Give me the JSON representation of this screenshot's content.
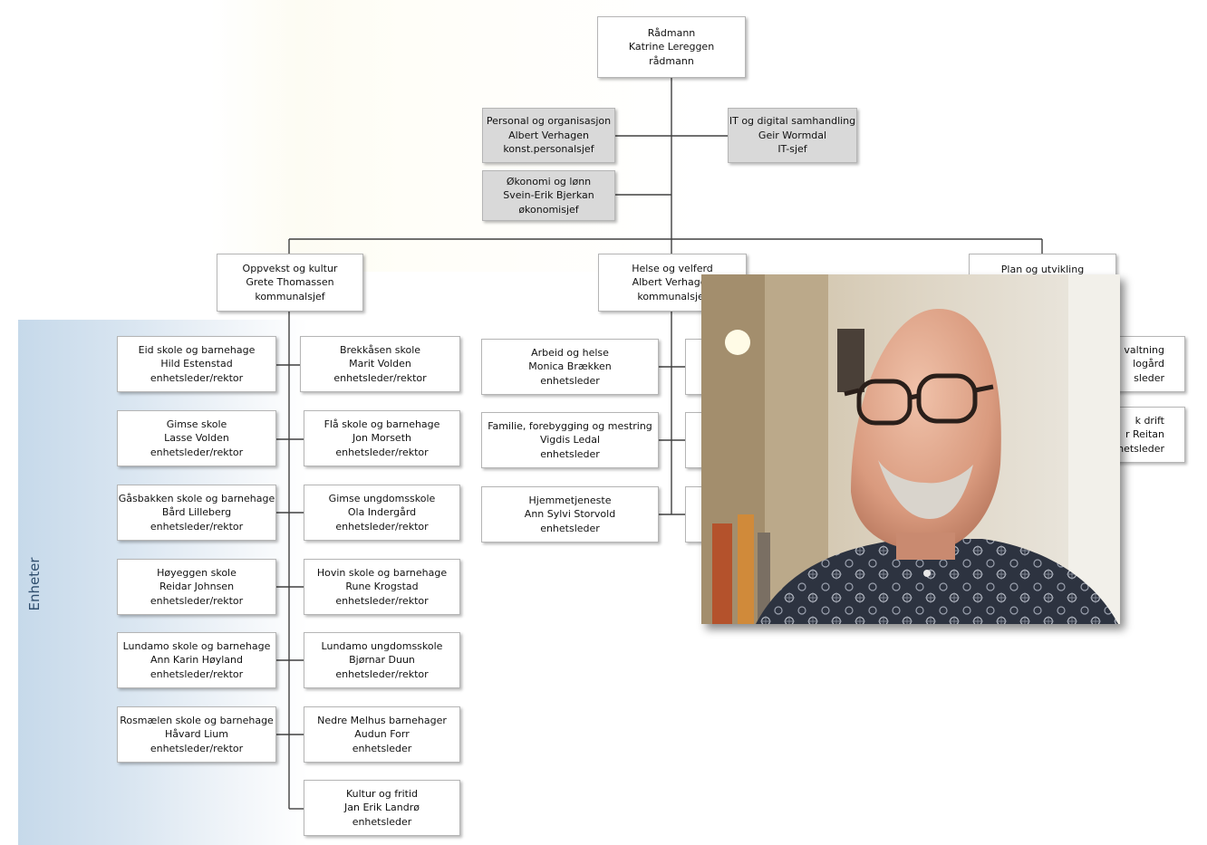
{
  "side_label": "Enheter",
  "leader": {
    "title": "Rådmann",
    "name": "Katrine Lereggen",
    "role": "rådmann"
  },
  "staff": [
    {
      "title": "Personal og organisasjon",
      "name": "Albert Verhagen",
      "role": "konst.personalsjef"
    },
    {
      "title": "IT og digital samhandling",
      "name": "Geir Wormdal",
      "role": "IT-sjef"
    },
    {
      "title": "Økonomi og lønn",
      "name": "Svein-Erik Bjerkan",
      "role": "økonomisjef"
    }
  ],
  "sectors": [
    {
      "title": "Oppvekst og kultur",
      "name": "Grete Thomassen",
      "role": "kommunalsjef"
    },
    {
      "title": "Helse og velferd",
      "name": "Albert Verhagen",
      "role": "kommunalsjef"
    },
    {
      "title": "Plan og utvikling",
      "name": "",
      "role": ""
    }
  ],
  "oppvekst_left": [
    {
      "title": "Eid skole og barnehage",
      "name": "Hild Estenstad",
      "role": "enhetsleder/rektor"
    },
    {
      "title": "Gimse skole",
      "name": "Lasse Volden",
      "role": "enhetsleder/rektor"
    },
    {
      "title": "Gåsbakken skole og barnehage",
      "name": "Bård Lilleberg",
      "role": "enhetsleder/rektor"
    },
    {
      "title": "Høyeggen skole",
      "name": "Reidar Johnsen",
      "role": "enhetsleder/rektor"
    },
    {
      "title": "Lundamo skole og barnehage",
      "name": "Ann Karin Høyland",
      "role": "enhetsleder/rektor"
    },
    {
      "title": "Rosmælen skole og barnehage",
      "name": "Håvard Lium",
      "role": "enhetsleder/rektor"
    }
  ],
  "oppvekst_right": [
    {
      "title": "Brekkåsen skole",
      "name": "Marit Volden",
      "role": "enhetsleder/rektor"
    },
    {
      "title": "Flå skole og barnehage",
      "name": "Jon Morseth",
      "role": "enhetsleder/rektor"
    },
    {
      "title": "Gimse ungdomsskole",
      "name": "Ola Indergård",
      "role": "enhetsleder/rektor"
    },
    {
      "title": "Hovin skole og barnehage",
      "name": "Rune Krogstad",
      "role": "enhetsleder/rektor"
    },
    {
      "title": "Lundamo ungdomsskole",
      "name": "Bjørnar Duun",
      "role": "enhetsleder/rektor"
    },
    {
      "title": "Nedre Melhus barnehager",
      "name": "Audun Forr",
      "role": "enhetsleder"
    },
    {
      "title": "Kultur og fritid",
      "name": "Jan Erik Landrø",
      "role": "enhetsleder"
    }
  ],
  "helse_units": [
    {
      "title": "Arbeid og helse",
      "name": "Monica Brækken",
      "role": "enhetsleder"
    },
    {
      "title": "Familie, forebygging og mestring",
      "name": "Vigdis Ledal",
      "role": "enhetsleder"
    },
    {
      "title": "Hjemmetjeneste",
      "name": "Ann Sylvi Storvold",
      "role": "enhetsleder"
    }
  ],
  "plan_units_partial": [
    {
      "title": "valtning",
      "name": "logård",
      "role": "sleder"
    },
    {
      "title": "k drift",
      "name": "r Reitan",
      "role": "hetsleder"
    }
  ],
  "colors": {
    "staff_fill": "#d9d9d9",
    "band": "#c6d9ea",
    "line": "#404040"
  }
}
